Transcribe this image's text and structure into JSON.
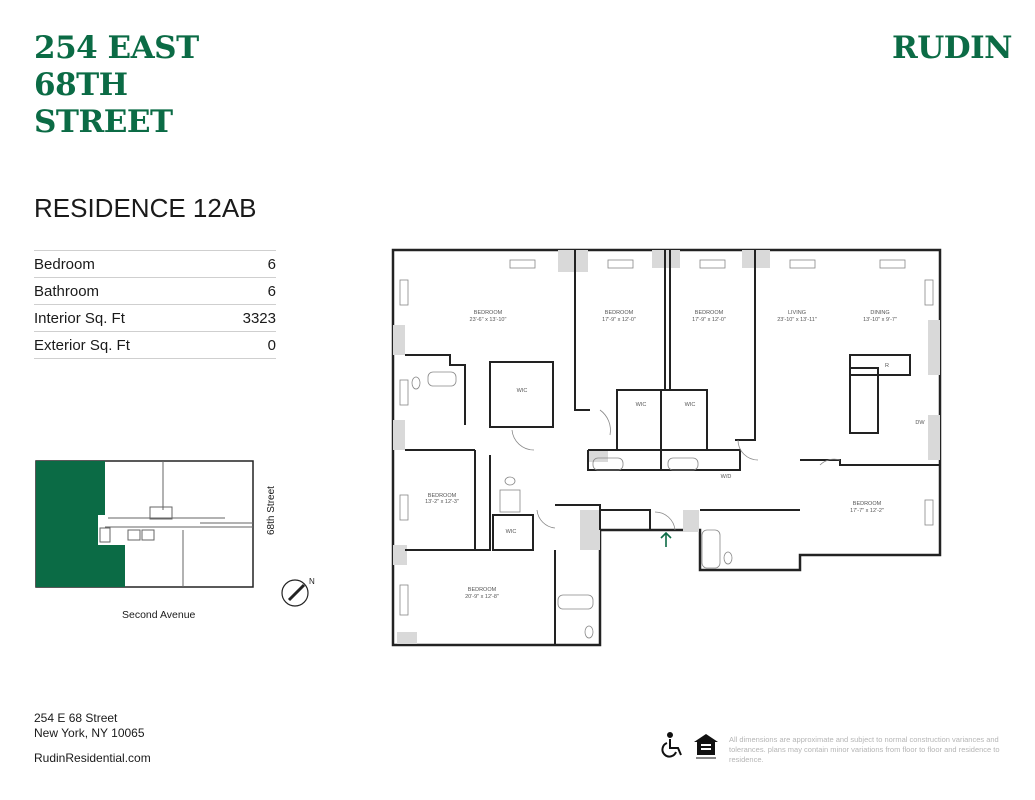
{
  "building": {
    "title_lines": [
      "254 EAST",
      "68TH",
      "STREET"
    ],
    "brand": "RUDIN",
    "brand_color": "#0b6b45"
  },
  "residence": {
    "name": "RESIDENCE 12AB"
  },
  "stats": [
    {
      "label": "Bedroom",
      "value": "6"
    },
    {
      "label": "Bathroom",
      "value": "6"
    },
    {
      "label": "Interior Sq. Ft",
      "value": "3323"
    },
    {
      "label": "Exterior Sq. Ft",
      "value": "0"
    }
  ],
  "keyplan": {
    "street_side": "68th Street",
    "avenue_side": "Second Avenue",
    "north": "N",
    "highlight_color": "#0b6b45"
  },
  "floorplan": {
    "rooms": [
      {
        "name": "BEDROOM",
        "dims": "23'-6\" x 13'-10\""
      },
      {
        "name": "BEDROOM",
        "dims": "17'-9\" x 12'-0\""
      },
      {
        "name": "BEDROOM",
        "dims": "17'-9\" x 12'-0\""
      },
      {
        "name": "LIVING",
        "dims": "23'-10\" x 13'-11\""
      },
      {
        "name": "DINING",
        "dims": "13'-10\" x 9'-7\""
      },
      {
        "name": "BEDROOM",
        "dims": "13'-2\" x 12'-3\""
      },
      {
        "name": "BEDROOM",
        "dims": "20'-9\" x 12'-8\""
      },
      {
        "name": "BEDROOM",
        "dims": "17'-7\" x 12'-2\""
      }
    ],
    "closets": [
      "WIC",
      "WIC",
      "WIC",
      "WIC",
      "W/D"
    ],
    "appliances": [
      "R",
      "DW"
    ]
  },
  "footer": {
    "address_line1": "254 E 68 Street",
    "address_line2": "New York, NY 10065",
    "website": "RudinResidential.com",
    "disclaimer": "All dimensions are approximate and subject to normal construction variances and tolerances. plans may contain minor variations from floor to floor and residence to residence.",
    "icons": [
      "wheelchair-accessible-icon",
      "equal-housing-icon"
    ]
  }
}
